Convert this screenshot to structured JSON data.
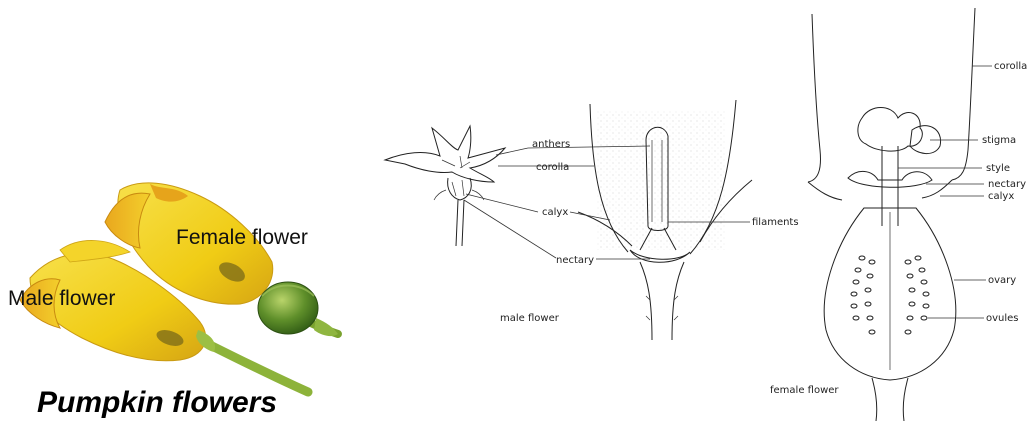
{
  "photo": {
    "label_female": "Female flower",
    "label_male": "Male flower",
    "title": "Pumpkin flowers"
  },
  "male_diagram": {
    "labels": {
      "anthers": "anthers",
      "corolla": "corolla",
      "calyx": "calyx",
      "filaments": "filaments",
      "nectary": "nectary"
    },
    "caption": "male flower"
  },
  "female_diagram": {
    "labels": {
      "corolla": "corolla",
      "stigma": "stigma",
      "style": "style",
      "nectary": "nectary",
      "calyx": "calyx",
      "ovary": "ovary",
      "ovules": "ovules"
    },
    "caption": "female flower"
  },
  "colors": {
    "petal_yellow": "#f2d21a",
    "petal_orange": "#e0a21c",
    "ovary_green": "#5f8f2a",
    "stem_green": "#8db33a",
    "ink": "#222222"
  }
}
